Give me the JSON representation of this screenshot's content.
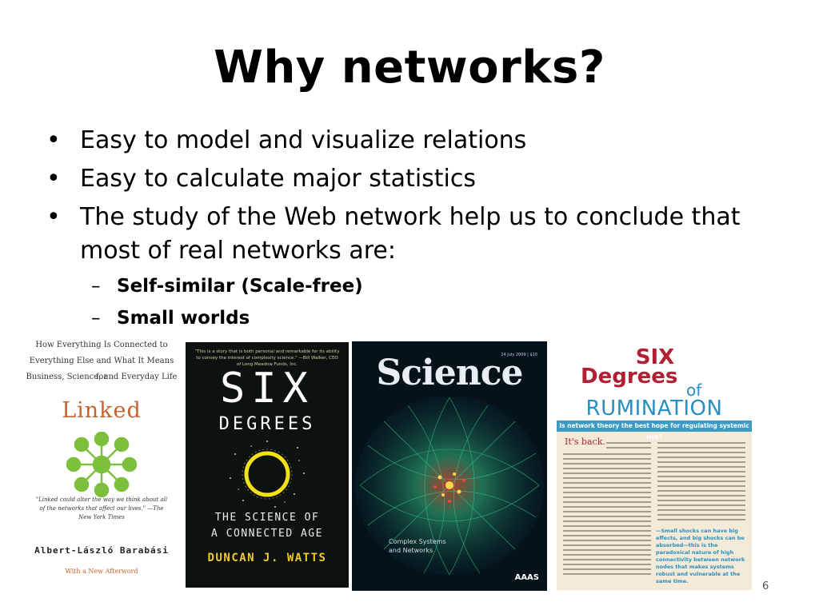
{
  "slide": {
    "title": "Why networks?",
    "bullets": [
      "Easy to model and visualize relations",
      "Easy to calculate major statistics",
      "The study of the Web network help us to conclude that most of real networks are:"
    ],
    "sub_bullets": [
      "Self-similar (Scale-free)",
      "Small worlds"
    ],
    "page_number": "6"
  },
  "books": {
    "linked": {
      "tagline_1": "How Everything Is Connected to",
      "tagline_2": "Everything Else and What It Means for",
      "tagline_3": "Business, Science, and Everyday Life",
      "title": "Linked",
      "quote": "\"Linked could alter the way we think about all of the networks that affect our lives.\" —The New York Times",
      "author": "Albert-László Barabási",
      "afterword": "With a New Afterword"
    },
    "six_degrees": {
      "blurb": "\"This is a story that is both personal and remarkable for its ability to convey the interest of complexity science.\" —Bill Walker, CEO of Long Meadow Funds, Inc.",
      "title_1": "SIX",
      "title_2": "DEGREES",
      "subtitle_1": "THE SCIENCE OF",
      "subtitle_2": "A CONNECTED AGE",
      "author": "DUNCAN J. WATTS"
    },
    "science": {
      "date": "24 July 2009 | $10",
      "masthead": "Science",
      "caption_1": "Complex Systems",
      "caption_2": "and Networks",
      "publisher": "AAAS"
    },
    "rumination": {
      "head_1": "SIX",
      "head_2": "Degrees",
      "head_3": "of",
      "head_4": "RUMINATION",
      "deck": "Is network theory the best hope for regulating systemic risk?",
      "lede": "It's back.",
      "pullquote": "—Small shocks can have big effects, and big shocks can be absorbed—this is the paradoxical nature of high connectivity between network nodes that makes systems robust and vulnerable at the same time."
    }
  },
  "colors": {
    "linked_orange": "#c8612f",
    "linked_green": "#7cbf3a",
    "rumination_red": "#b12032",
    "rumination_blue": "#2a8fbf",
    "six_degrees_yellow": "#f2c92a"
  }
}
